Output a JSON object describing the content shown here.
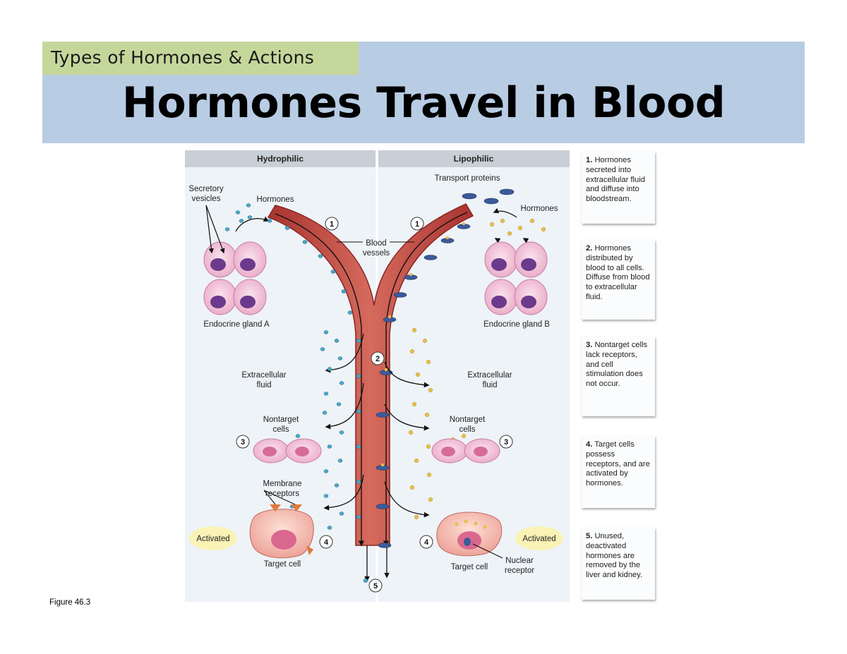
{
  "header": {
    "subtitle": "Types of Hormones & Actions",
    "title": "Hormones Travel in Blood"
  },
  "figure": {
    "col_left": "Hydrophilic",
    "col_right": "Lipophilic",
    "secretory_vesicles": [
      "Secretory",
      "vesicles"
    ],
    "hormones_left": "Hormones",
    "hormones_right": "Hormones",
    "transport_proteins": "Transport proteins",
    "blood_vessels": [
      "Blood",
      "vessels"
    ],
    "gland_a": "Endocrine gland A",
    "gland_b": "Endocrine gland B",
    "ecf_left": [
      "Extracellular",
      "fluid"
    ],
    "ecf_right": [
      "Extracellular",
      "fluid"
    ],
    "nontarget_left": [
      "Nontarget",
      "cells"
    ],
    "nontarget_right": [
      "Nontarget",
      "cells"
    ],
    "membrane_receptors": [
      "Membrane",
      "receptors"
    ],
    "activated_left": "Activated",
    "activated_right": "Activated",
    "target_left": "Target cell",
    "target_right": "Target cell",
    "nuclear_receptor": [
      "Nuclear",
      "receptor"
    ],
    "markers": {
      "m1": "1",
      "m2": "2",
      "m3": "3",
      "m4": "4",
      "m5": "5"
    }
  },
  "steps": [
    {
      "num": "1.",
      "text": "Hormones secreted into extracellular fluid and diffuse into bloodstream."
    },
    {
      "num": "2.",
      "text": "Hormones distributed by blood to all cells. Diffuse from blood to extracellular fluid."
    },
    {
      "num": "3.",
      "text": "Nontarget cells lack receptors, and cell stimulation does not occur."
    },
    {
      "num": "4.",
      "text": "Target cells possess receptors, and are activated by hormones."
    },
    {
      "num": "5.",
      "text": "Unused, deactivated hormones are removed by the liver and kidney."
    }
  ],
  "caption": "Figure 46.3",
  "colors": {
    "header_bg": "#b8cce4",
    "subtitle_bg": "#c4d79b",
    "vessel": "#c0504d",
    "hydrophilic_hormone": "#4aa7c9",
    "lipophilic_hormone": "#e8c04a",
    "transport_protein": "#3c5a9a",
    "activated_bg": "#fbf2b6"
  }
}
